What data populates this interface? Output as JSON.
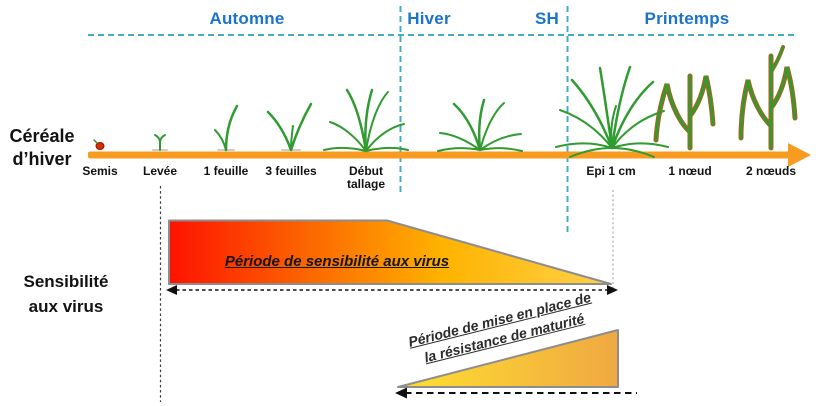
{
  "colors": {
    "season_blue": "#1b74cc",
    "dash_teal": "#45acc7",
    "timeline_orange": "#f79c20",
    "virus_gradient_left": "#ff1200",
    "virus_gradient_right": "#ffd24a",
    "maturity_gradient_left": "#ffe02e",
    "maturity_gradient_right": "#f0a843",
    "plant_green": "#2f9b30",
    "stalk_brown": "#9b6a20",
    "seed_red": "#d92b04"
  },
  "seasons": {
    "items": [
      {
        "label": "Automne"
      },
      {
        "label": "Hiver"
      },
      {
        "label": "SH"
      },
      {
        "label": "Printemps"
      }
    ]
  },
  "timeline": {
    "title_line1": "Céréale",
    "title_line2": "d’hiver",
    "stages": [
      {
        "label": "Semis"
      },
      {
        "label": "Levée"
      },
      {
        "label": "1 feuille"
      },
      {
        "label": "3 feuilles"
      },
      {
        "label": "Début tallage"
      },
      {
        "label": "Epi 1 cm"
      },
      {
        "label": "1 nœud"
      },
      {
        "label": "2 nœuds"
      }
    ]
  },
  "sensitivity": {
    "title_line1": "Sensibilité",
    "title_line2": "aux virus",
    "virus_period_label": "Période de sensibilité aux virus",
    "maturity_period_line1": "Période de mise en place de",
    "maturity_period_line2": "la résistance de maturité"
  }
}
